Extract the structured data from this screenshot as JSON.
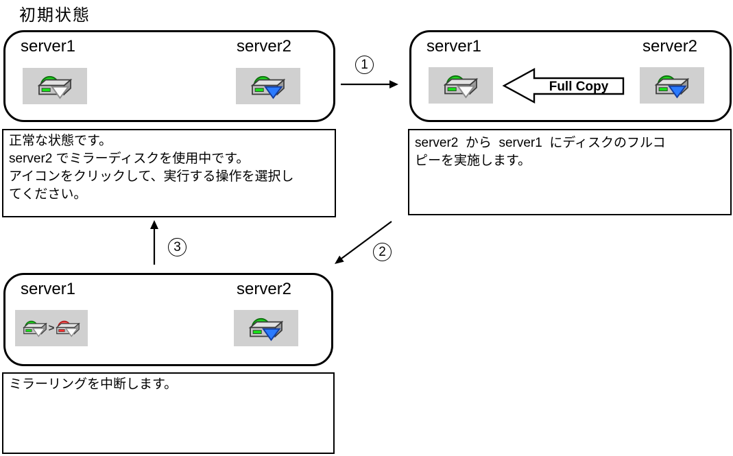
{
  "title": "初期状態",
  "full_copy_label": "Full Copy",
  "steps": [
    {
      "label": "1"
    },
    {
      "label": "2"
    },
    {
      "label": "3"
    }
  ],
  "nodes": {
    "initial": {
      "server1": "server1",
      "server2": "server2"
    },
    "fullcopy": {
      "server1": "server1",
      "server2": "server2"
    },
    "suspend": {
      "server1": "server1",
      "server2": "server2",
      "pair_separator": ">"
    }
  },
  "descriptions": {
    "normal": "正常な状態です。\nserver2 でミラーディスクを使用中です。\nアイコンをクリックして、実行する操作を選択し\nてください。",
    "fullcopy": "server2  から  server1  にディスクのフルコ\nピーを実施します。",
    "suspend": "ミラーリングを中断します。"
  },
  "icons": {
    "server1_initial": "mirror-disk-normal-icon",
    "server2_initial": "mirror-disk-active-icon",
    "server1_suspend": "mirror-disk-normal-to-error-icon",
    "full_copy": "full-copy-arrow-icon"
  },
  "colors": {
    "disk_normal_green": "#1ed31e",
    "disk_normal_green_stroke": "#0e6f0e",
    "disk_error_red": "#f25454",
    "disk_error_red_stroke": "#aa1111",
    "led_green": "#18e018",
    "led_red": "#ff3030",
    "mirror_active_blue": "#2b7bff",
    "mirror_active_blue_stroke": "#123c9e",
    "arrow_white": "#fafafa",
    "arrow_white_stroke": "#8a8a8a",
    "icon_tile_gray": "#d0d0d0",
    "line_black": "#000000"
  }
}
